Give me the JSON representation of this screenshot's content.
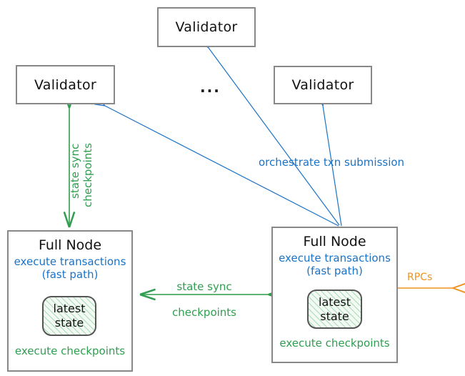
{
  "diagram": {
    "title_semantic": "sui-network-architecture-fullnode-validator-diagram",
    "colors": {
      "blue": "#1a73c7",
      "green": "#2f9e4f",
      "orange": "#f0921e",
      "box_border": "#888888",
      "text": "#111111",
      "state_fill": "#f2faf3"
    }
  },
  "nodes": {
    "validator_top": {
      "label": "Validator"
    },
    "validator_left": {
      "label": "Validator"
    },
    "validator_right": {
      "label": "Validator"
    },
    "ellipsis": {
      "label": "..."
    },
    "fullnode_left": {
      "title": "Full Node",
      "blue_line1": "execute transactions",
      "blue_line2": "(fast path)",
      "state_line1": "latest",
      "state_line2": "state",
      "green_line": "execute checkpoints"
    },
    "fullnode_right": {
      "title": "Full Node",
      "blue_line1": "execute transactions",
      "blue_line2": "(fast path)",
      "state_line1": "latest",
      "state_line2": "state",
      "green_line": "execute checkpoints"
    }
  },
  "edges": {
    "state_sync_vertical": {
      "line1": "state sync",
      "line2": "checkpoints",
      "color": "green",
      "direction": "bidirectional"
    },
    "state_sync_horizontal": {
      "line1": "state sync",
      "line2": "checkpoints",
      "color": "green",
      "direction": "bidirectional"
    },
    "orchestrate": {
      "label": "orchestrate txn submission",
      "color": "blue",
      "direction": "fullnode-to-validators"
    },
    "rpcs": {
      "label": "RPCs",
      "color": "orange",
      "direction": "outbound"
    }
  }
}
